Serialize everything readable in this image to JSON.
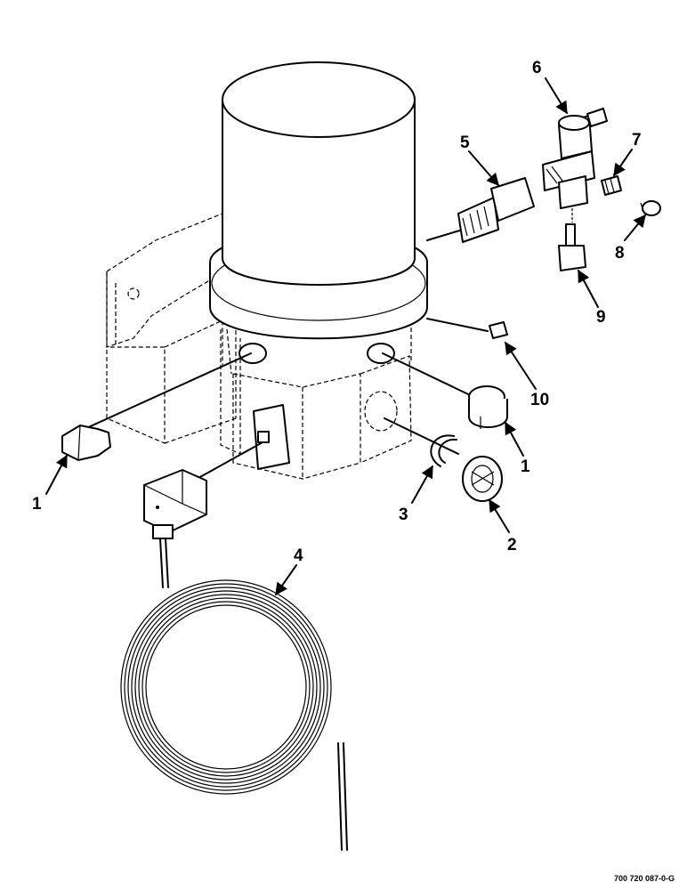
{
  "callouts": [
    {
      "id": "c1a",
      "label": "1"
    },
    {
      "id": "c1b",
      "label": "1"
    },
    {
      "id": "c2",
      "label": "2"
    },
    {
      "id": "c3",
      "label": "3"
    },
    {
      "id": "c4",
      "label": "4"
    },
    {
      "id": "c5",
      "label": "5"
    },
    {
      "id": "c6",
      "label": "6"
    },
    {
      "id": "c7",
      "label": "7"
    },
    {
      "id": "c8",
      "label": "8"
    },
    {
      "id": "c9",
      "label": "9"
    },
    {
      "id": "c10",
      "label": "10"
    }
  ],
  "drawing_number": "700 720 087-0-G"
}
